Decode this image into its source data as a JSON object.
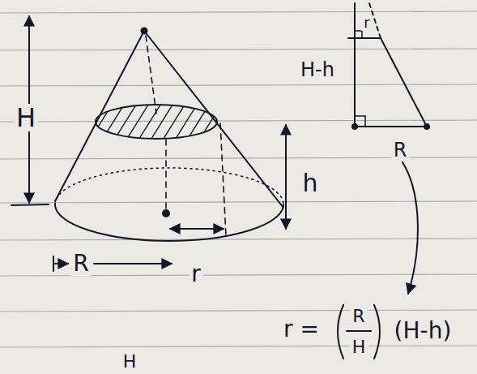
{
  "diagram": {
    "labels": [
      "H",
      "H-h",
      "r",
      "h",
      "R",
      "r",
      "R",
      "r =",
      "R",
      "H",
      "(H-h)",
      "H"
    ]
  }
}
